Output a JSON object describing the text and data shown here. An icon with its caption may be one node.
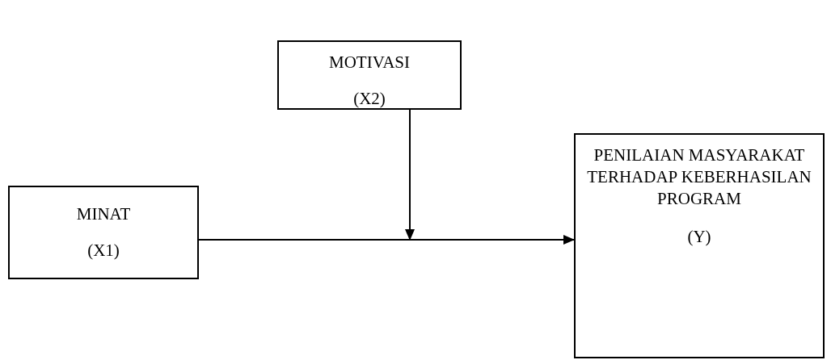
{
  "diagram": {
    "nodes": [
      {
        "text": [
          "MINAT",
          "(X1)"
        ]
      },
      {
        "text": [
          "MOTIVASI",
          "(X2)"
        ]
      },
      {
        "text": [
          "PENILAIAN MASYARAKAT TERHADAP KEBERHASILAN PROGRAM",
          "(Y)"
        ]
      }
    ],
    "edges": [
      {
        "from": 0,
        "to": 2,
        "arrow": "to"
      },
      {
        "from": 1,
        "to": null,
        "arrow": "to"
      }
    ]
  }
}
